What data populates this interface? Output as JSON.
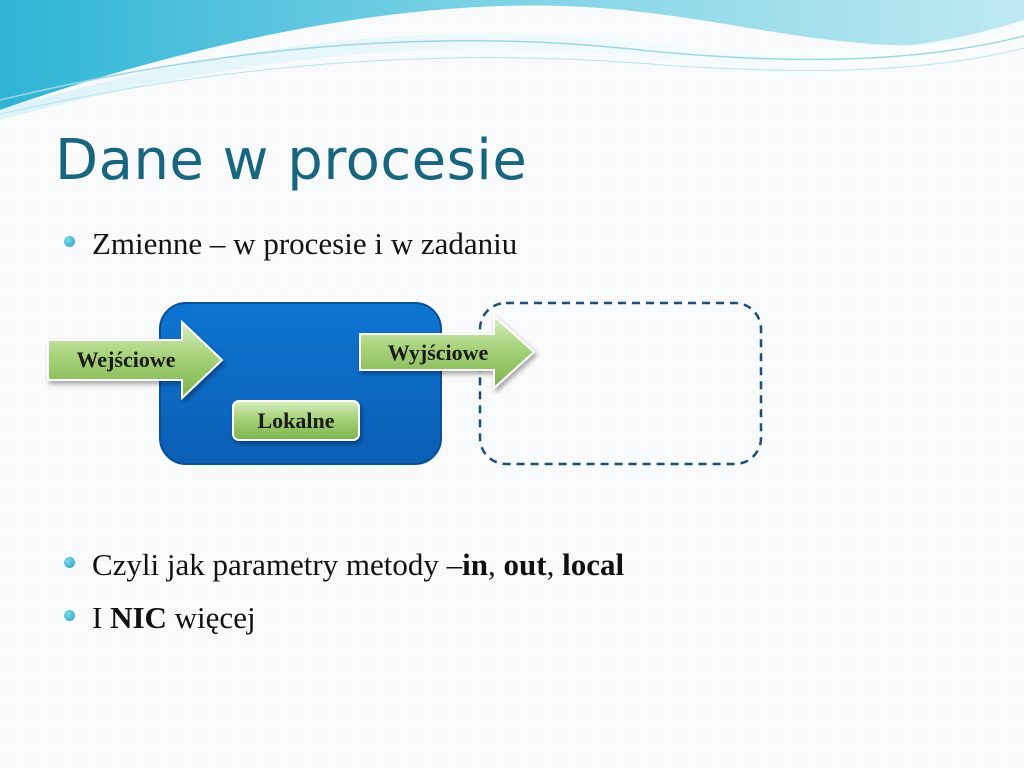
{
  "slide": {
    "title": "Dane w procesie",
    "bullet1": "Zmienne – w procesie i w zadaniu",
    "bullet2": {
      "prefix": "Czyli jak parametry metody – ",
      "in": "in",
      "sep1": ", ",
      "out": "out",
      "sep2": ", ",
      "local": "local"
    },
    "bullet3": {
      "prefix": "I ",
      "bold": "NIC",
      "suffix": " więcej"
    }
  },
  "diagram": {
    "input_label": "Wejściowe",
    "output_label": "Wyjściowe",
    "local_label": "Lokalne",
    "colors": {
      "process_fill": "#0b6bc6",
      "arrow_green": "#8fc260",
      "dashed_border": "#1b4f7a"
    }
  }
}
